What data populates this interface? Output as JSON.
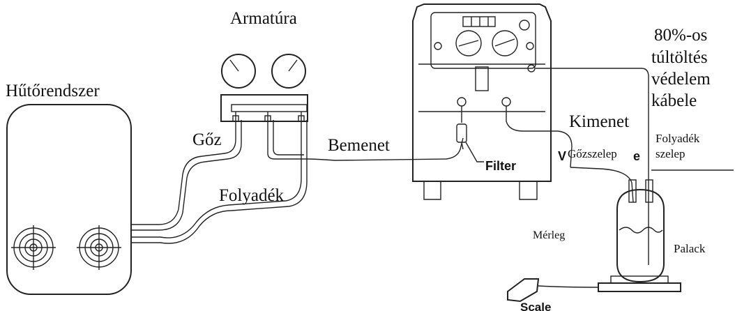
{
  "labels": {
    "system": "Hűtőrendszer",
    "manifold": "Armatúra",
    "vapor": "Gőz",
    "liquid": "Folyadék",
    "inlet": "Bemenet",
    "filter": "Filter",
    "overfill_line1": "80%-os",
    "overfill_line2": "túltöltés",
    "overfill_line3": "védelem",
    "overfill_line4": "kábele",
    "outlet": "Kimenet",
    "vapor_valve": "Gőzszelep",
    "liquid_valve_line1": "Folyadék",
    "liquid_valve_line2": "szelep",
    "scale_hu": "Mérleg",
    "cylinder": "Palack",
    "scale_en": "Scale",
    "machine_v": "V",
    "machine_e": "e"
  }
}
